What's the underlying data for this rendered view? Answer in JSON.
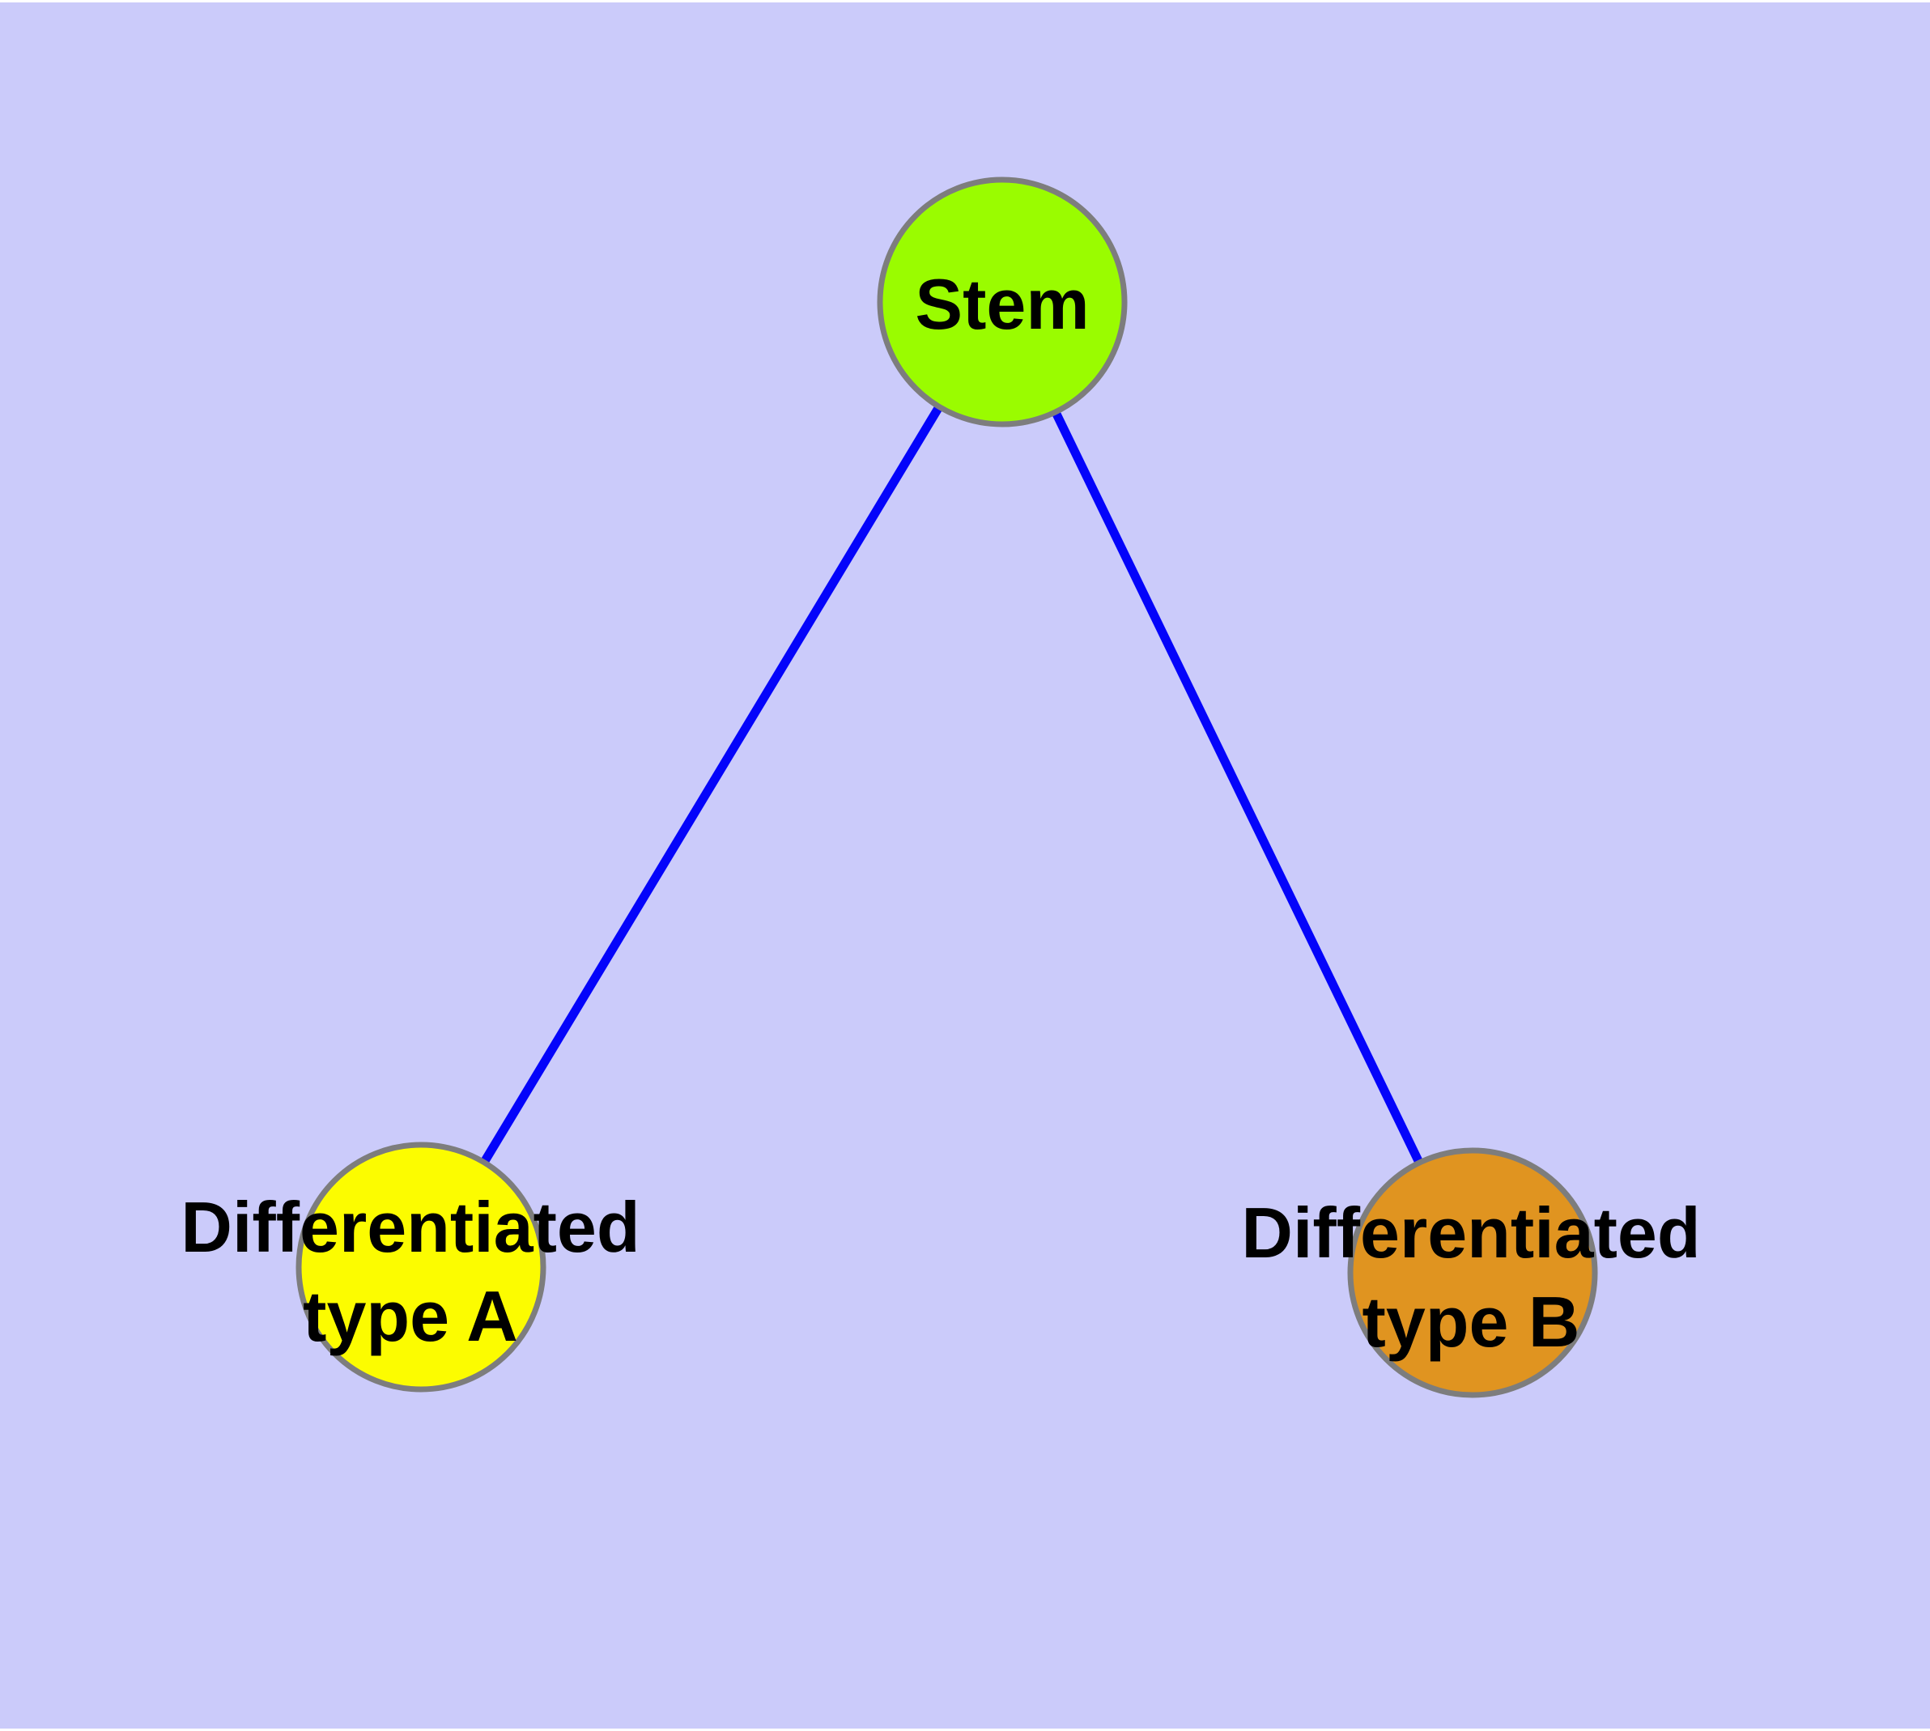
{
  "canvas": {
    "background_color": "#CBCBFA",
    "frame_color": "#FFFFFF",
    "node_border_color": "#7D7D7D",
    "label_text_color": "#000000"
  },
  "nodes": [
    {
      "id": "stem",
      "label": "Stem",
      "fill": "#9AFC00"
    },
    {
      "id": "differentiated-type-a",
      "label_line1": "Differentiated",
      "label_line2": "type A",
      "fill": "#FCFC00"
    },
    {
      "id": "differentiated-type-b",
      "label_line1": "Differentiated",
      "label_line2": "type B",
      "fill": "#E09420"
    }
  ],
  "edges": [
    {
      "from": "stem",
      "to": "differentiated-type-a",
      "color": "#0404FA"
    },
    {
      "from": "stem",
      "to": "differentiated-type-b",
      "color": "#0404FA"
    }
  ]
}
